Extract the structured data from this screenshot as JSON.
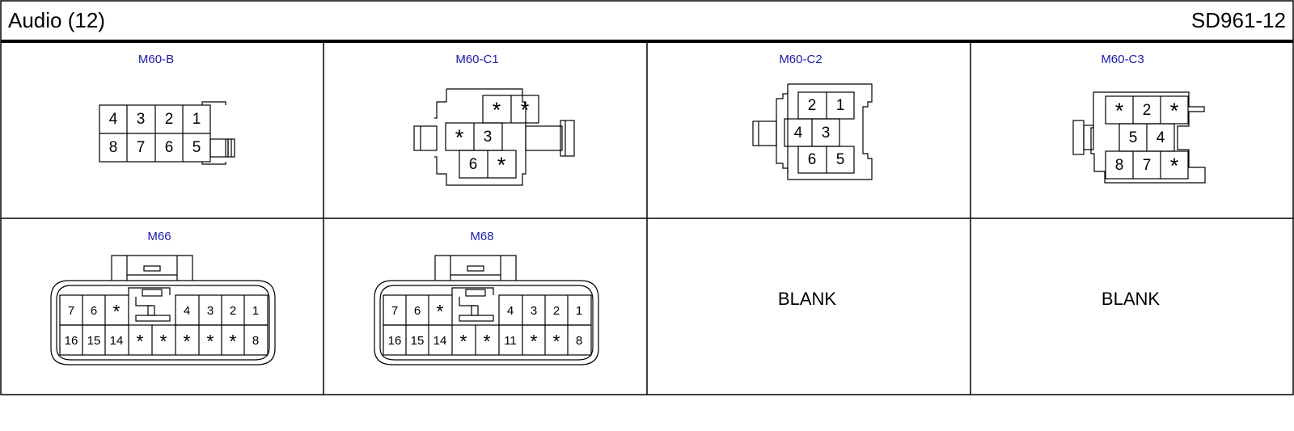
{
  "header": {
    "title": "Audio (12)",
    "code": "SD961-12"
  },
  "colors": {
    "label": "#1a1aa8",
    "line": "#000000"
  },
  "connectors": {
    "m60b": {
      "label": "M60-B",
      "row1": [
        "4",
        "3",
        "2",
        "1"
      ],
      "row2": [
        "8",
        "7",
        "6",
        "5"
      ]
    },
    "m60c1": {
      "label": "M60-C1",
      "top": [
        "*",
        "*"
      ],
      "mid": [
        "*",
        "3"
      ],
      "bot": [
        "6",
        "*"
      ]
    },
    "m60c2": {
      "label": "M60-C2",
      "top": [
        "2",
        "1"
      ],
      "mid": [
        "4",
        "3"
      ],
      "bot": [
        "6",
        "5"
      ]
    },
    "m60c3": {
      "label": "M60-C3",
      "top": [
        "*",
        "2",
        "*"
      ],
      "mid": [
        "5",
        "4"
      ],
      "bot": [
        "8",
        "7",
        "*"
      ]
    },
    "m66": {
      "label": "M66",
      "row1": [
        "7",
        "6",
        "*",
        "4",
        "3",
        "2",
        "1"
      ],
      "row2": [
        "16",
        "15",
        "14",
        "*",
        "*",
        "*",
        "*",
        "*",
        "8"
      ]
    },
    "m68": {
      "label": "M68",
      "row1": [
        "7",
        "6",
        "*",
        "4",
        "3",
        "2",
        "1"
      ],
      "row2": [
        "16",
        "15",
        "14",
        "*",
        "*",
        "11",
        "*",
        "*",
        "8"
      ]
    }
  },
  "blanks": [
    "BLANK",
    "BLANK"
  ]
}
